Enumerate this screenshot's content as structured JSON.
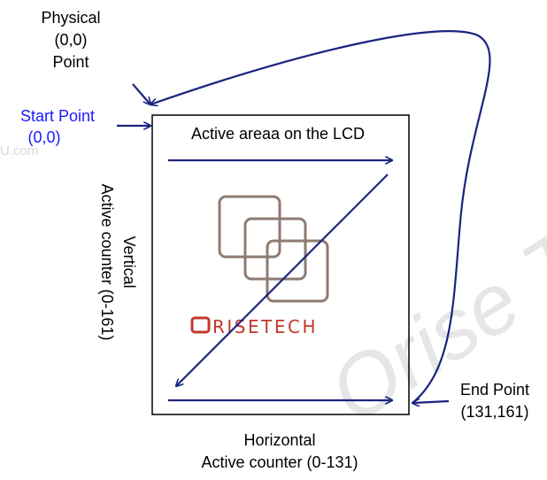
{
  "labels": {
    "physical_point": [
      "Physical",
      "(0,0)",
      "Point"
    ],
    "start_point": [
      "Start Point",
      "(0,0)"
    ],
    "active_area": "Active areaa on the LCD",
    "vertical": [
      "Vertical",
      "Active counter (0-161)"
    ],
    "horizontal": [
      "Horizontal",
      "Active counter (0-131)"
    ],
    "end_point": [
      "End Point",
      "(131,161)"
    ]
  },
  "logo": {
    "text": "RISETECH"
  },
  "watermark": {
    "text": "Orise Tech Co",
    "fragment": "U.com"
  },
  "colors": {
    "arrow": "#1a237e",
    "start_text": "#1a1aff",
    "logo_outline": "#8d7b72",
    "logo_text": "#c0392b",
    "watermark": "#e6e6e6"
  }
}
